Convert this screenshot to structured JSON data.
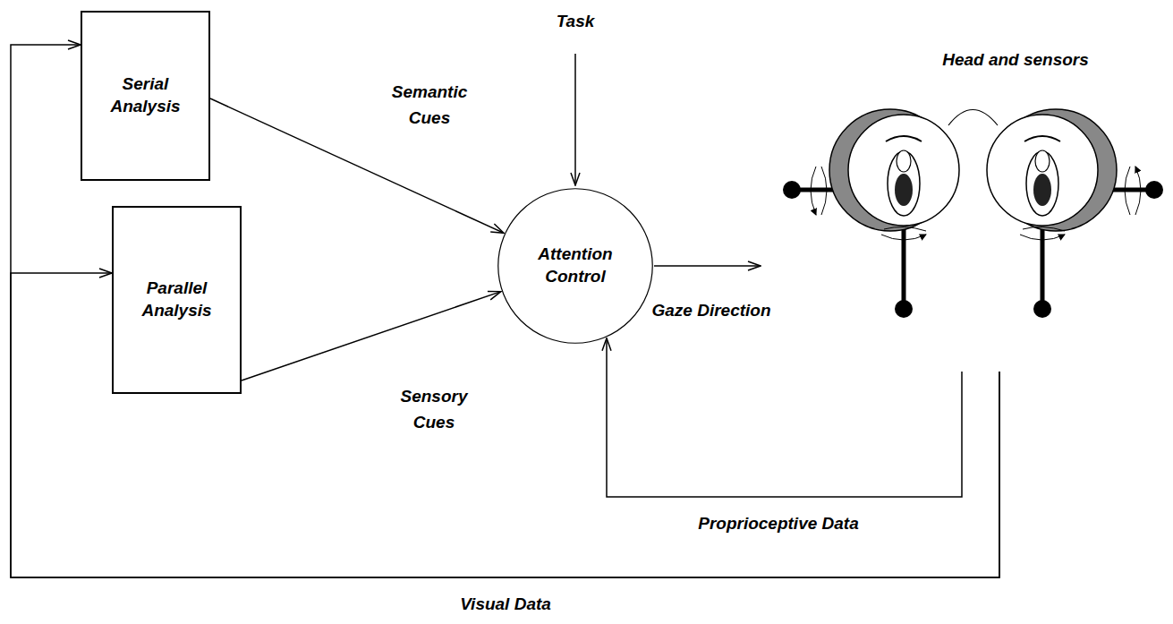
{
  "diagram": {
    "nodes": [
      {
        "text": [
          "Serial Analysis"
        ]
      },
      {
        "text": [
          "Parallel Analysis"
        ]
      },
      {
        "text": [
          "Attention Control"
        ]
      },
      {
        "text": [
          "Head and sensors"
        ]
      }
    ],
    "edges": [
      {
        "from": 0,
        "to": 2,
        "arrow": "to",
        "label": "Semantic Cues"
      },
      {
        "from": 1,
        "to": 2,
        "arrow": "to",
        "label": "Sensory Cues"
      },
      {
        "from": 2,
        "to": 3,
        "arrow": "to",
        "label": "Gaze Direction"
      },
      {
        "from": 3,
        "to": 2,
        "arrow": "to",
        "label": "Proprioceptive Data"
      },
      {
        "from": 3,
        "to": 0,
        "arrow": "to",
        "label": "Visual Data"
      },
      {
        "from": 3,
        "to": 1,
        "arrow": "to"
      }
    ],
    "labels": [
      "Task"
    ]
  }
}
